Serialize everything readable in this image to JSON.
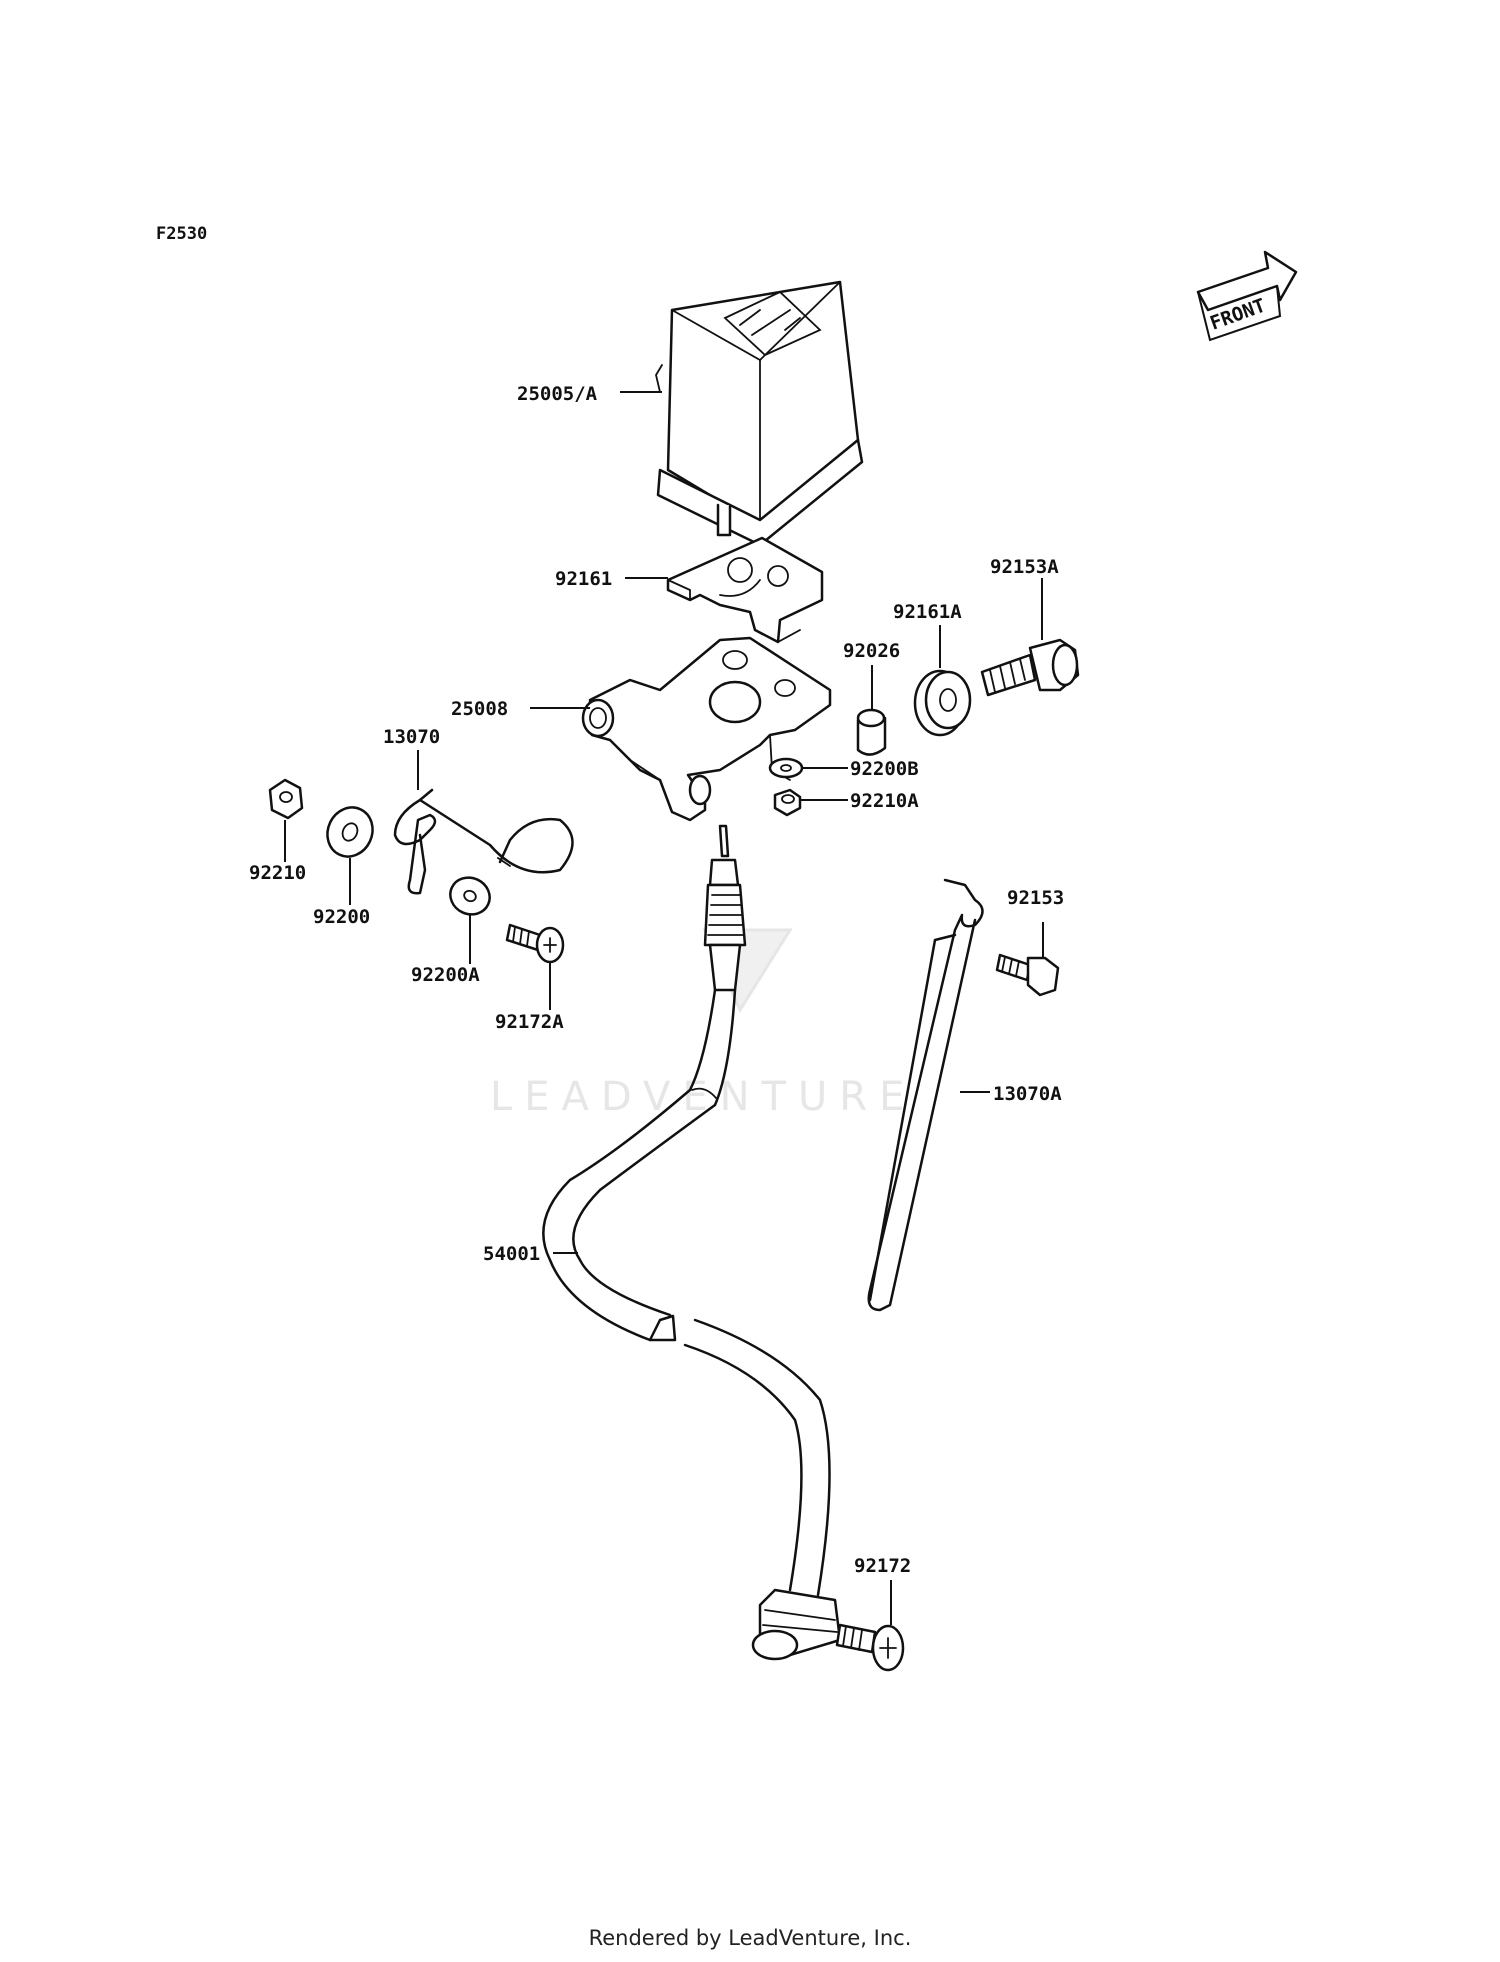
{
  "diagram_id": "F2530",
  "front_indicator": "FRONT",
  "watermark": "LEADVENTURE",
  "footer": "Rendered by LeadVenture, Inc.",
  "parts": {
    "p25005A": "25005/A",
    "p92161": "92161",
    "p92153A": "92153A",
    "p92161A": "92161A",
    "p92026": "92026",
    "p25008": "25008",
    "p13070": "13070",
    "p92200B": "92200B",
    "p92210A": "92210A",
    "p92210": "92210",
    "p92200": "92200",
    "p92200A": "92200A",
    "p92172A": "92172A",
    "p92153": "92153",
    "p13070A": "13070A",
    "p54001": "54001",
    "p92172": "92172"
  }
}
